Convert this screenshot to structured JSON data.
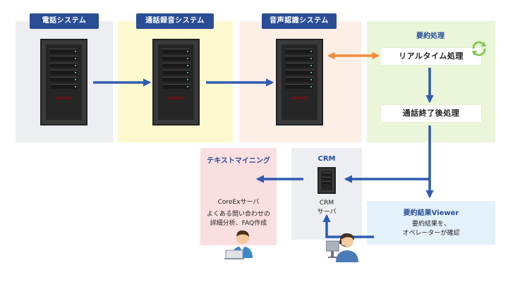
{
  "systems": {
    "phone": "電話システム",
    "recording": "通話録音システム",
    "speech": "音声認識システム"
  },
  "summary": {
    "heading": "要約処理",
    "realtime": "リアルタイム処理",
    "post_call": "通話終了後処理"
  },
  "crm": {
    "heading": "CRM",
    "server_label": "CRM\nサーバ"
  },
  "textmining": {
    "heading": "テキストマイニング",
    "server": "CoreExサーバ",
    "desc": "よくある問い合わせの\n詳細分析、FAQ作成"
  },
  "viewer": {
    "heading": "要約結果Viewer",
    "desc": "要約結果を、\nオペレーターが確認"
  },
  "colors": {
    "phone_bg": "#eceef1",
    "recording_bg": "#fdf9cf",
    "speech_bg": "#fdeee6",
    "summary_bg": "#eaf5d9",
    "crm_bg": "#eceef1",
    "textmining_bg": "#fadfe0",
    "viewer_bg": "#e3f1fb",
    "tag": "#2a4e96",
    "arrow": "#2f5bb0",
    "orange_arrow": "#f08a3c",
    "refresh": "#7cc84a"
  }
}
